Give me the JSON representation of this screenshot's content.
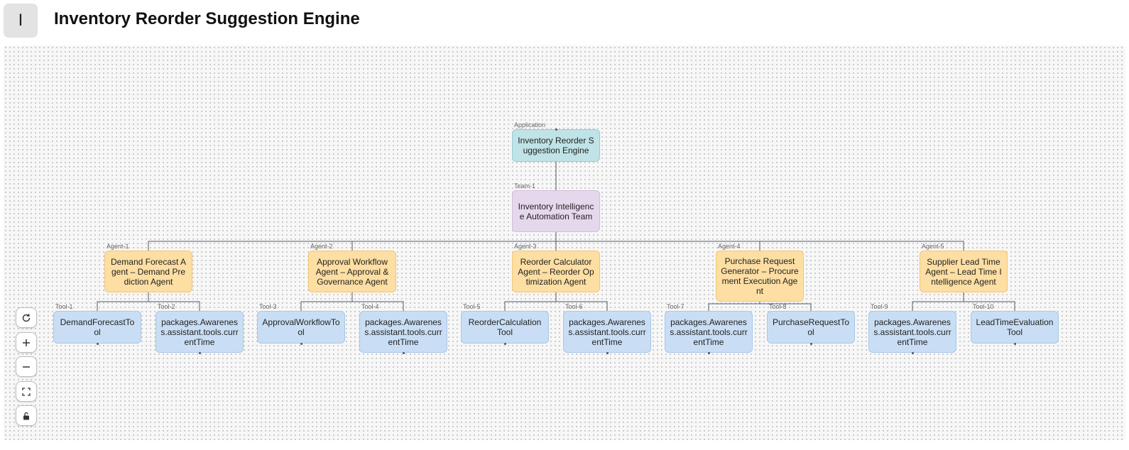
{
  "header": {
    "logo_letter": "I",
    "title": "Inventory Reorder Suggestion Engine"
  },
  "diagram": {
    "application": {
      "tag": "Application",
      "label": "Inventory Reorder Suggestion Engine"
    },
    "team": {
      "tag": "Team-1",
      "label": "Inventory Intelligence Automation Team"
    },
    "agents": [
      {
        "tag": "Agent-1",
        "label": "Demand Forecast Agent – Demand Prediction Agent"
      },
      {
        "tag": "Agent-2",
        "label": "Approval Workflow Agent – Approval & Governance Agent"
      },
      {
        "tag": "Agent-3",
        "label": "Reorder Calculator Agent – Reorder Optimization Agent"
      },
      {
        "tag": "Agent-4",
        "label": "Purchase Request Generator – Procurement Execution Agent"
      },
      {
        "tag": "Agent-5",
        "label": "Supplier Lead Time Agent – Lead Time Intelligence Agent"
      }
    ],
    "tools": [
      {
        "tag": "Tool-1",
        "label": "DemandForecastTool",
        "agent": 0
      },
      {
        "tag": "Tool-2",
        "label": "packages.Awareness.assistant.tools.currentTime",
        "agent": 0
      },
      {
        "tag": "Tool-3",
        "label": "ApprovalWorkflowTool",
        "agent": 1
      },
      {
        "tag": "Tool-4",
        "label": "packages.Awareness.assistant.tools.currentTime",
        "agent": 1
      },
      {
        "tag": "Tool-5",
        "label": "ReorderCalculationTool",
        "agent": 2
      },
      {
        "tag": "Tool-6",
        "label": "packages.Awareness.assistant.tools.currentTime",
        "agent": 2
      },
      {
        "tag": "Tool-7",
        "label": "packages.Awareness.assistant.tools.currentTime",
        "agent": 3
      },
      {
        "tag": "Tool-8",
        "label": "PurchaseRequestTool",
        "agent": 3
      },
      {
        "tag": "Tool-9",
        "label": "packages.Awareness.assistant.tools.currentTime",
        "agent": 4
      },
      {
        "tag": "Tool-10",
        "label": "LeadTimeEvaluationTool",
        "agent": 4
      }
    ]
  },
  "controls": [
    {
      "name": "reset-view-button",
      "icon": "refresh-icon"
    },
    {
      "name": "zoom-in-button",
      "icon": "plus-icon"
    },
    {
      "name": "zoom-out-button",
      "icon": "minus-icon"
    },
    {
      "name": "fit-view-button",
      "icon": "fit-view-icon"
    },
    {
      "name": "lock-button",
      "icon": "lock-icon"
    }
  ],
  "colors": {
    "application": "#bfe3e6",
    "team": "#e6d8ec",
    "agent": "#fddea3",
    "tool": "#c9def4",
    "edge": "#4f5b6b"
  }
}
